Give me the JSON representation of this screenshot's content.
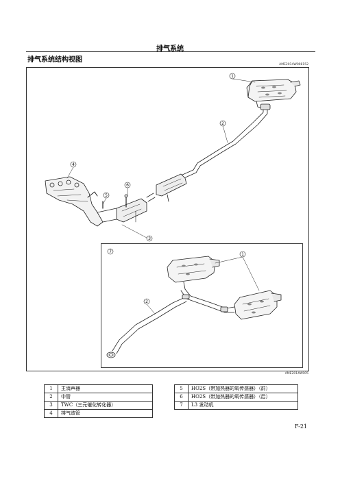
{
  "header": {
    "title": "排气系统"
  },
  "section": {
    "title": "排气系统结构视图"
  },
  "figure": {
    "code_top": "AME2014W008152",
    "code_bottom": "AME2014W005",
    "callouts": {
      "main": [
        "1",
        "2",
        "4",
        "6",
        "5",
        "3"
      ],
      "inset": [
        "7",
        "1",
        "2"
      ]
    }
  },
  "legend": {
    "left": [
      {
        "num": "1",
        "desc": "主消声器"
      },
      {
        "num": "2",
        "desc": "中管"
      },
      {
        "num": "3",
        "desc": "TWC（三元催化转化器）"
      },
      {
        "num": "4",
        "desc": "排气歧管"
      }
    ],
    "right": [
      {
        "num": "5",
        "desc": "HO2S（带加热器的氧传感器）（前）"
      },
      {
        "num": "6",
        "desc": "HO2S（带加热器的氧传感器）（后）"
      },
      {
        "num": "7",
        "desc": "L3 发动机"
      }
    ]
  },
  "page": {
    "number": "F-21"
  }
}
